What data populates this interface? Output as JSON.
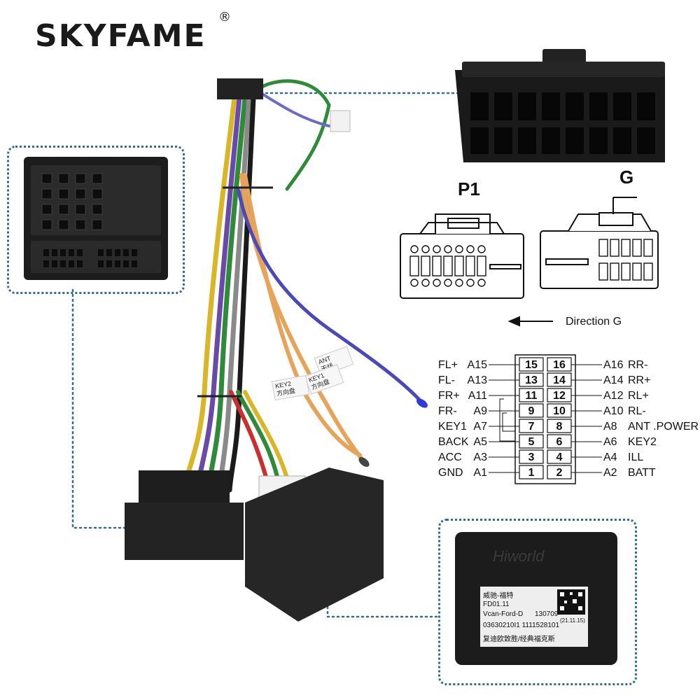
{
  "brand": {
    "name": "SKYFAME",
    "registered": "®"
  },
  "connector_labels": {
    "p1": "P1",
    "g": "G"
  },
  "direction_label": "Direction G",
  "pinout": {
    "left": [
      {
        "name": "FL+",
        "code": "A15",
        "num": "15"
      },
      {
        "name": "FL-",
        "code": "A13",
        "num": "13"
      },
      {
        "name": "FR+",
        "code": "A11",
        "num": "11"
      },
      {
        "name": "FR-",
        "code": "A9",
        "num": "9"
      },
      {
        "name": "KEY1",
        "code": "A7",
        "num": "7"
      },
      {
        "name": "BACK",
        "code": "A5",
        "num": "5"
      },
      {
        "name": "ACC",
        "code": "A3",
        "num": "3"
      },
      {
        "name": "GND",
        "code": "A1",
        "num": "1"
      }
    ],
    "right": [
      {
        "name": "RR-",
        "code": "A16",
        "num": "16"
      },
      {
        "name": "RR+",
        "code": "A14",
        "num": "14"
      },
      {
        "name": "RL+",
        "code": "A12",
        "num": "12"
      },
      {
        "name": "RL-",
        "code": "A10",
        "num": "10"
      },
      {
        "name": "ANT .POWER",
        "code": "A8",
        "num": "8"
      },
      {
        "name": "KEY2",
        "code": "A6",
        "num": "6"
      },
      {
        "name": "ILL",
        "code": "A4",
        "num": "4"
      },
      {
        "name": "BATT",
        "code": "A2",
        "num": "2"
      }
    ]
  },
  "wire_tags": {
    "ant": "ANT\n天线",
    "key1": "KEY1\n方向盘",
    "key2": "KEY2\n方向盘"
  },
  "canbox_label": {
    "brand": "Hiworld",
    "line1": "威驰-福特",
    "line2": "FD01.11",
    "line3": "Vcan-Ford-D",
    "line3b": "130709",
    "line4": "03630210I1  1111528101",
    "line5": "复迪欧致胜/经典福克斯",
    "date": "(21.11.15)"
  },
  "colors": {
    "brand_text": "#1a1a1a",
    "dotted_line": "#2f6c8f",
    "connector_body": "#1b1b1b",
    "wire_orange": "#e6a45a",
    "wire_blue": "#4b49b8",
    "wire_green": "#2f8a3a",
    "wire_yellow": "#d8b628",
    "wire_purple": "#6a4aa8",
    "wire_gray": "#8a8a8a"
  }
}
